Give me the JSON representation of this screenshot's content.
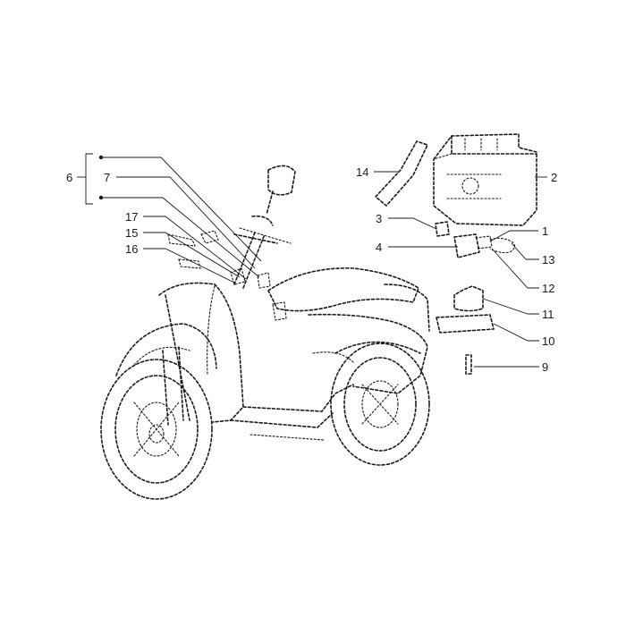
{
  "diagram": {
    "callouts": [
      {
        "id": "c1",
        "label": "1"
      },
      {
        "id": "c2",
        "label": "2"
      },
      {
        "id": "c3",
        "label": "3"
      },
      {
        "id": "c4",
        "label": "4"
      },
      {
        "id": "c6",
        "label": "6"
      },
      {
        "id": "c7",
        "label": "7"
      },
      {
        "id": "c9",
        "label": "9"
      },
      {
        "id": "c10",
        "label": "10"
      },
      {
        "id": "c11",
        "label": "11"
      },
      {
        "id": "c12",
        "label": "12"
      },
      {
        "id": "c13",
        "label": "13"
      },
      {
        "id": "c14",
        "label": "14"
      },
      {
        "id": "c15",
        "label": "15"
      },
      {
        "id": "c16",
        "label": "16"
      },
      {
        "id": "c17",
        "label": "17"
      }
    ]
  },
  "colors": {
    "ink": "#1a1a1a",
    "background": "#ffffff"
  }
}
